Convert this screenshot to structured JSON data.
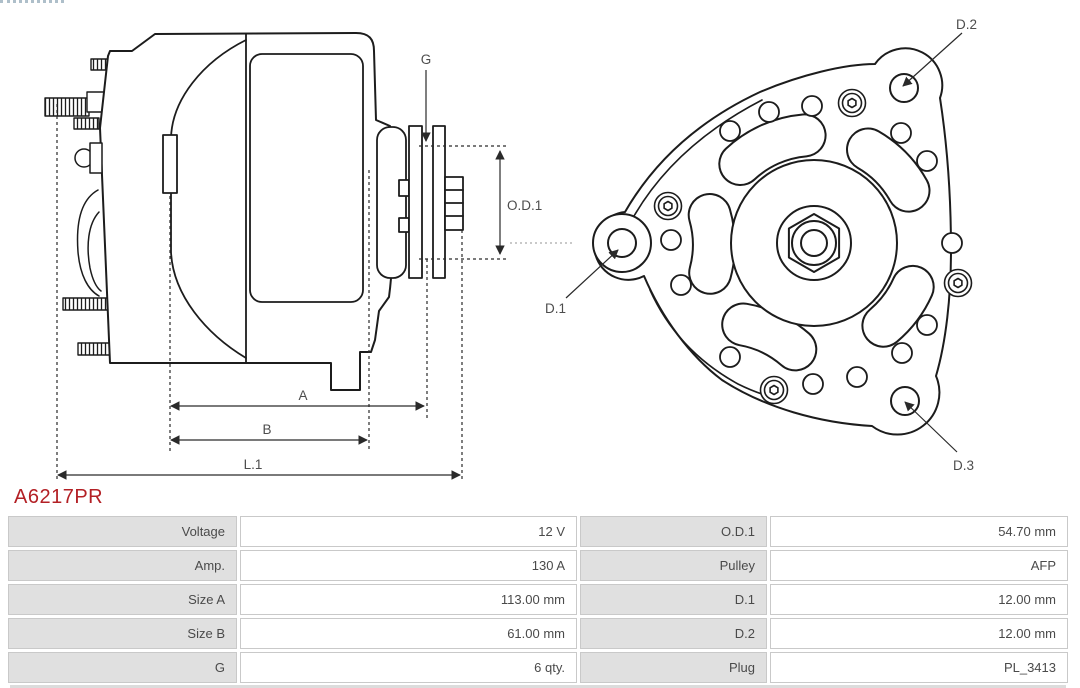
{
  "part_number": "A6217PR",
  "colors": {
    "part_number_red": "#b32025",
    "drawing_line": "#1c1c1c",
    "dimension_text_gray": "#4d4d4d",
    "table_label_bg": "#e0e0e0",
    "table_border": "#c9c9c9",
    "table_text": "#4a4a4a"
  },
  "diagram": {
    "side_view_labels": {
      "g": "G",
      "od1": "O.D.1",
      "a": "A",
      "b": "B",
      "l1": "L.1"
    },
    "rear_view_labels": {
      "d1": "D.1",
      "d2": "D.2",
      "d3": "D.3"
    }
  },
  "specs": {
    "rows": [
      {
        "label": "Voltage",
        "value": "12 V",
        "label2": "O.D.1",
        "value2": "54.70 mm"
      },
      {
        "label": "Amp.",
        "value": "130 A",
        "label2": "Pulley",
        "value2": "AFP"
      },
      {
        "label": "Size A",
        "value": "113.00 mm",
        "label2": "D.1",
        "value2": "12.00 mm"
      },
      {
        "label": "Size B",
        "value": "61.00 mm",
        "label2": "D.2",
        "value2": "12.00 mm"
      },
      {
        "label": "G",
        "value": "6 qty.",
        "label2": "Plug",
        "value2": "PL_3413"
      }
    ]
  }
}
